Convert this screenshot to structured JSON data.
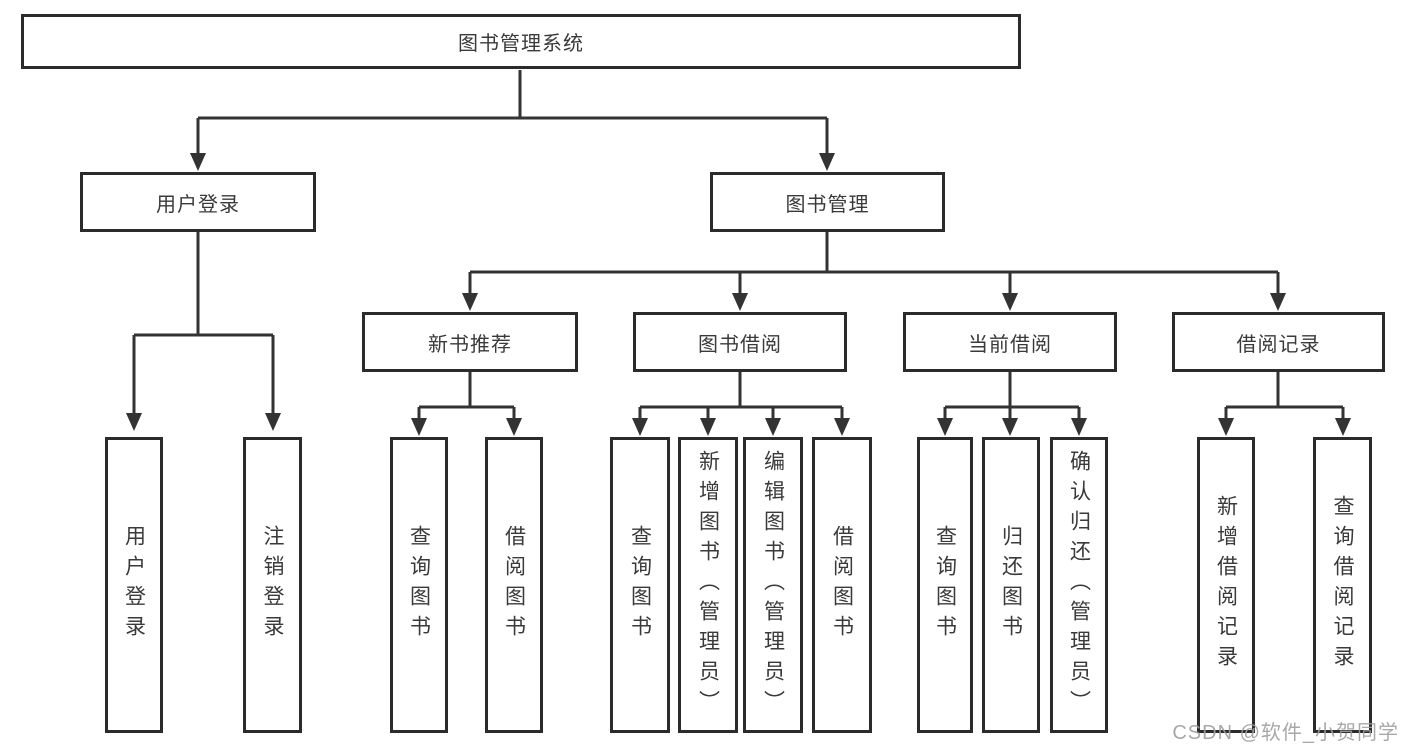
{
  "tree": {
    "root": {
      "label": "图书管理系统"
    },
    "level2": [
      {
        "label": "用户登录"
      },
      {
        "label": "图书管理"
      }
    ],
    "level3": [
      {
        "label": "新书推荐"
      },
      {
        "label": "图书借阅"
      },
      {
        "label": "当前借阅"
      },
      {
        "label": "借阅记录"
      }
    ],
    "leaves": [
      {
        "label": "用户登录"
      },
      {
        "label": "注销登录"
      },
      {
        "label": "查询图书"
      },
      {
        "label": "借阅图书"
      },
      {
        "label": "查询图书"
      },
      {
        "label": "新增图书（管理员）"
      },
      {
        "label": "编辑图书（管理员）"
      },
      {
        "label": "借阅图书"
      },
      {
        "label": "查询图书"
      },
      {
        "label": "归还图书"
      },
      {
        "label": "确认归还（管理员）"
      },
      {
        "label": "新增借阅记录"
      },
      {
        "label": "查询借阅记录"
      }
    ]
  },
  "watermark": "CSDN @软件_小贺同学",
  "colors": {
    "line": "#333333",
    "border": "#2b2b2b",
    "text": "#3a3a3a",
    "background": "#ffffff",
    "watermark": "#9e9e9e"
  }
}
